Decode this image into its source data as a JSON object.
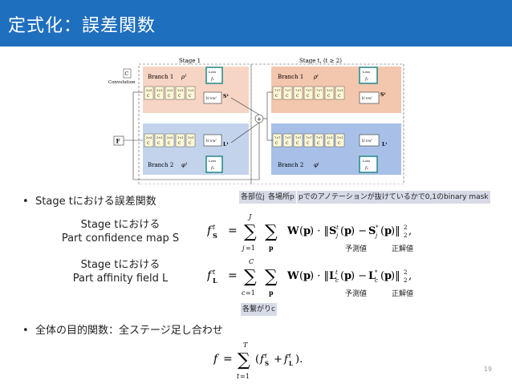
{
  "header": {
    "title": "定式化：誤差関数"
  },
  "diagram": {
    "stage1": "Stage 1",
    "stage_t": "Stage t, (t ≥ 2)",
    "branch1": "Branch 1",
    "branch2": "Branch 2",
    "rho1": "ρ¹",
    "phi1": "φ¹",
    "rho_t": "ρᵗ",
    "phi_t": "φᵗ",
    "convolution": "Convolution",
    "c": "C",
    "f": "F",
    "s1": "S¹",
    "l1": "L¹",
    "st": "Sᵗ",
    "lt": "Lᵗ",
    "loss": "Loss",
    "f1_1": "f₁",
    "f1_2": "f₂",
    "ft_1": "f₁",
    "ft_2": "f₂",
    "h_w": "h'×w'",
    "conv_3x3": "3×3",
    "conv_1x1": "1×1",
    "conv_7x7": "7×7",
    "plus": "+"
  },
  "bullets": {
    "b1": "Stage tにおける誤差関数",
    "b2": "全体の目的関数：全ステージ足し合わせ"
  },
  "tags": {
    "part": "各部位j",
    "location": "各場所p",
    "mask": "pでのアノテーションが抜けているかで0,1のbinary mask",
    "limb": "各繋がりc"
  },
  "descriptions": {
    "s_line1": "Stage tにおける",
    "s_line2": "Part confidence map S",
    "l_line1": "Stage tにおける",
    "l_line2": "Part affinity field L"
  },
  "labels": {
    "pred_s": "予測値",
    "gt_s": "正解値",
    "pred_l": "予測値",
    "gt_l": "正解値"
  },
  "footer": {
    "page": "19"
  }
}
